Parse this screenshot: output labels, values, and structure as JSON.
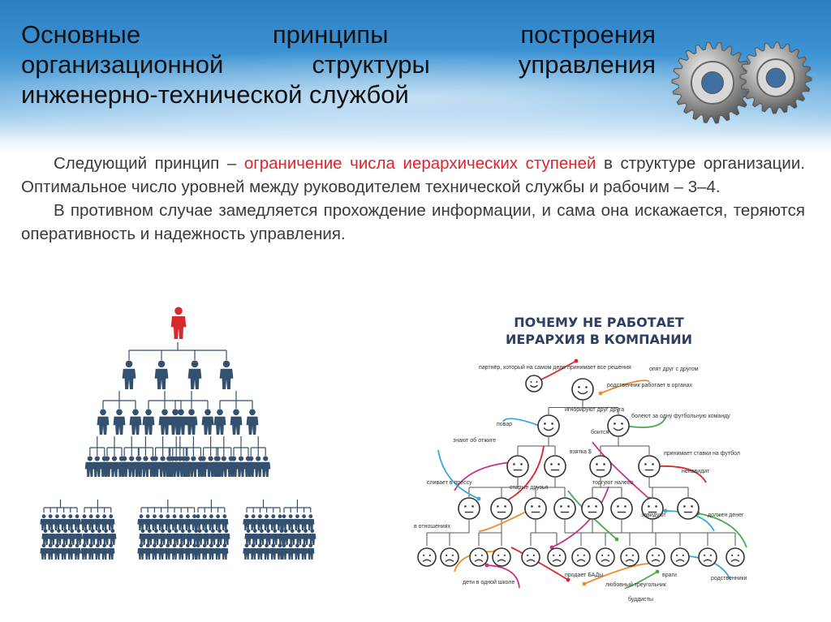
{
  "header": {
    "title_lines": [
      "Основные принципы построения",
      "организационной структуры управления",
      "инженерно-технической службой"
    ],
    "gears_icon": "gears-icon"
  },
  "content": {
    "p1_before": "Следующий принцип – ",
    "p1_highlight": "ограничение числа иерархических ступеней",
    "p1_after": " в структуре организации. Оптимальное число уровней между руководителем технической службы и рабочим – 3–4.",
    "p2": "В противном случае замедляется прохождение информации, и сама она искажается, теряются оперативность и надежность управления."
  },
  "infographic": {
    "title_line1": "ПОЧЕМУ НЕ РАБОТАЕТ",
    "title_line2": "ИЕРАРХИЯ В КОМПАНИИ",
    "labels": {
      "partner": "партнёр, который на самом деле принимает все решения",
      "drink": "опят друг с другом",
      "relatives_work": "родственник работает в органах",
      "ignore": "игнорируют друг друга",
      "afraid": "боится",
      "football": "болеют за одну футбольную команду",
      "bets": "принимает ставки на футбол",
      "cook": "повар",
      "bribe": "взятка $",
      "trades": "торгуют налево",
      "envious": "завидуют",
      "in_relations": "в отношениях",
      "must_pay": "должен денег",
      "children": "дети в одной школе",
      "bads": "продает БАДы",
      "triangle": "любовный треугольник",
      "enemies": "враги",
      "relatives": "родственники",
      "buddhists": "буддисты",
      "hates": "ненавидит",
      "kiss": "знают об отжиге",
      "spy": "сливает в прессу",
      "old_friends": "старые друзья"
    }
  },
  "colors": {
    "accent_red": "#e0242c",
    "person_blue": "#34506f",
    "boss_red": "#d7282d"
  }
}
